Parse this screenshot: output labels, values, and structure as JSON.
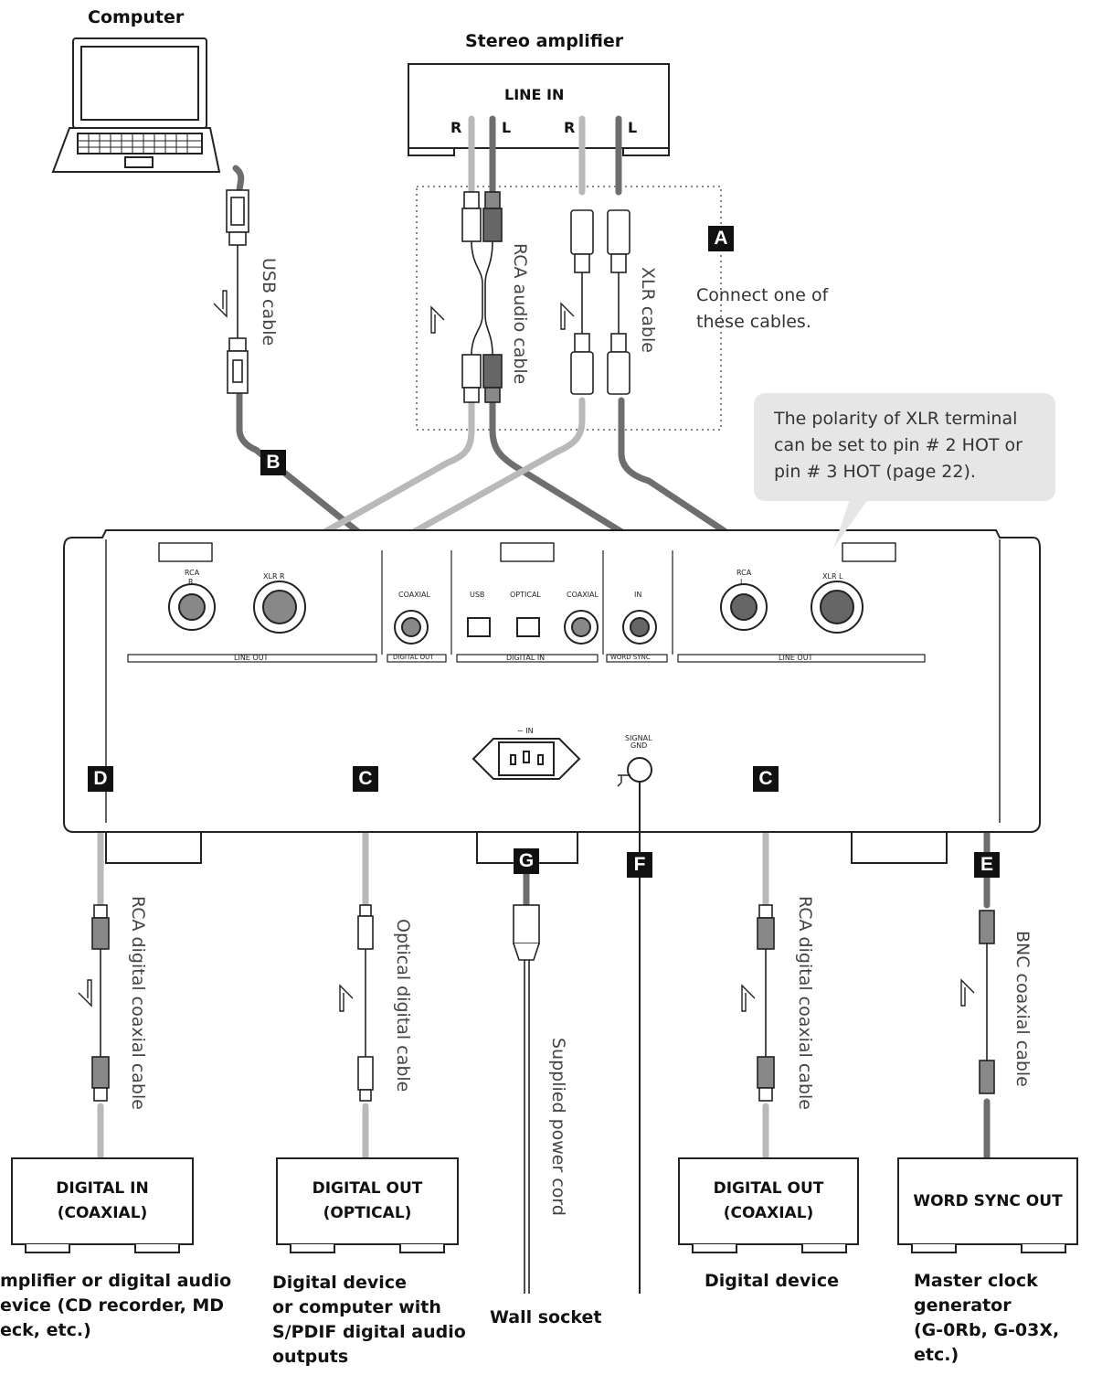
{
  "titles": {
    "computer": "Computer",
    "amplifier": "Stereo amplifier",
    "line_in": "LINE IN",
    "ch_r1": "R",
    "ch_l1": "L",
    "ch_r2": "R",
    "ch_l2": "L"
  },
  "cables": {
    "usb": "USB cable",
    "rca_audio": "RCA audio cable",
    "xlr": "XLR cable",
    "rca_digital_left": "RCA digital coaxial cable",
    "optical": "Optical digital cable",
    "power": "Supplied power cord",
    "rca_digital_right": "RCA digital coaxial cable",
    "bnc": "BNC coaxial cable"
  },
  "notes": {
    "connect_one_line1": "Connect one of",
    "connect_one_line2": "these cables.",
    "polarity": "The polarity of XLR terminal can be set to pin # 2 HOT or pin # 3 HOT (page 22)."
  },
  "badges": {
    "a": "A",
    "b": "B",
    "c1": "C",
    "c2": "C",
    "d": "D",
    "e": "E",
    "f": "F",
    "g": "G"
  },
  "panel": {
    "rca_r_top": "RCA",
    "rca_r_bot": "R",
    "xlr_r": "XLR  R",
    "coaxial_out": "COAXIAL",
    "usb": "USB",
    "optical": "OPTICAL",
    "coaxial_in": "COAXIAL",
    "in": "IN",
    "rca_l_top": "RCA",
    "rca_l_bot": "L",
    "xlr_l": "XLR  L",
    "line_out_left": "LINE OUT",
    "digital_out": "DIGITAL OUT",
    "digital_in": "DIGITAL IN",
    "word_sync": "WORD SYNC",
    "line_out_right": "LINE OUT",
    "ac_in": "∼ IN",
    "signal_gnd_1": "SIGNAL",
    "signal_gnd_2": "GND"
  },
  "devices": {
    "d_box_l1": "DIGITAL IN",
    "d_box_l2": "(COAXIAL)",
    "c_box_l1": "DIGITAL OUT",
    "c_box_l2": "(OPTICAL)",
    "c2_box_l1": "DIGITAL OUT",
    "c2_box_l2": "(COAXIAL)",
    "e_box_l1": "WORD SYNC OUT"
  },
  "descriptions": {
    "d_1": "mplifier or digital audio",
    "d_2": "evice (CD recorder, MD",
    "d_3": "eck, etc.)",
    "c_1": "Digital device",
    "c_2": "or computer with",
    "c_3": "S/PDIF digital audio",
    "c_4": "outputs",
    "wall": "Wall socket",
    "c2_1": "Digital device",
    "e_1": "Master clock",
    "e_2": "generator",
    "e_3": "(G-0Rb, G-03X, etc.)"
  },
  "colors": {
    "light_cable": "#b9b9b9",
    "dark_cable": "#6e6e6e",
    "outline": "#222222",
    "callout_bg": "#e6e6e6"
  }
}
